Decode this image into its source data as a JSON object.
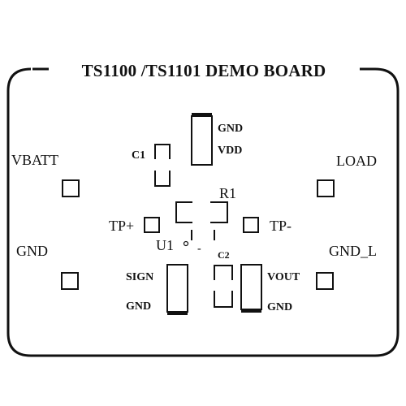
{
  "title": "TS1100 /TS1101 DEMO  BOARD",
  "labels": {
    "vbatt": "VBATT",
    "gnd_left": "GND",
    "load": "LOAD",
    "gnd_l": "GND_L",
    "c1": "C1",
    "r1": "R1",
    "u1": "U1",
    "c2": "C2",
    "tp_plus": "TP+",
    "tp_minus": "TP-",
    "top_gnd": "GND",
    "top_vdd": "VDD",
    "sign": "SIGN",
    "sign_gnd": "GND",
    "vout": "VOUT",
    "vout_gnd": "GND",
    "minus_mark": "-"
  },
  "colors": {
    "ink": "#111111",
    "background": "#ffffff"
  }
}
